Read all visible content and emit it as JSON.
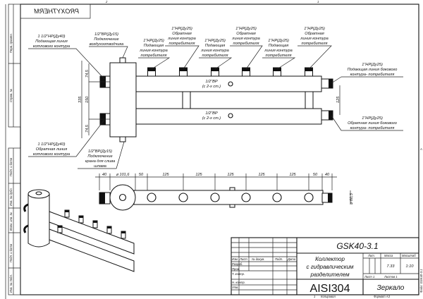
{
  "brand": "PROXYTHERM",
  "sheet_zones": {
    "top_left": "2",
    "top_right": "1",
    "right": "A"
  },
  "left_strip": [
    "Перв. примен.",
    "Справ. №",
    "Подп. и дата",
    "Инв. № дубл.",
    "Взам. инв. №",
    "Подп. и дата",
    "Инв. № подл."
  ],
  "callouts": {
    "boiler_supply": [
      "1 1/2\"НР(Ду40)",
      "Подающая линия",
      "котлового контура"
    ],
    "boiler_return": [
      "1 1/2\"НР(Ду40)",
      "Обратная линия",
      "котлового контура"
    ],
    "air_vent": [
      "1/2\"ВР(Ду15)",
      "Подключение",
      "воздухоотводчика"
    ],
    "drain": [
      "1/2\"ВР(Ду15)",
      "Подключение",
      "крана для слива",
      "шлама"
    ],
    "consumer_supply": [
      "1\"НР(Ду25)",
      "Подающая",
      "линия контура",
      "потребителя"
    ],
    "consumer_return": [
      "1\"НР(Ду25)",
      "Обратная",
      "линия контура",
      "потребителя"
    ],
    "side_supply": [
      "1\"НР(Ду25)",
      "Подающая линия бокового",
      "контура- потребителя"
    ],
    "side_return": [
      "1\"НР(Ду25)",
      "Обратная линия бокового",
      "контура- потребителя"
    ],
    "sensor_port": [
      "1/2\"ВР",
      "(с 2-х ст.)"
    ]
  },
  "dimensions": {
    "height_total": "335",
    "pipe_spacing": "150",
    "offset_top": "74,5",
    "offset_bottom": "74,5",
    "side_spacing": "125",
    "plan": [
      "40",
      "⌀ 101,6",
      "50",
      "125",
      "125",
      "125",
      "125",
      "125",
      "50",
      "40"
    ],
    "pipe_diameter": "⌀ 60,3"
  },
  "title_block": {
    "model": "GSK40-3.1",
    "name": [
      "Коллектор",
      "с гидравлическим",
      "разделителем"
    ],
    "material": "AISI304",
    "variant": "Зеркало",
    "headers": {
      "izm": "Изм.",
      "list": "Лист",
      "doc": "№ докум.",
      "sign": "Подп.",
      "date": "Дата",
      "lit": "Лит.",
      "mass": "Масса",
      "scale": "Масштаб"
    },
    "roles": [
      "Разраб.",
      "Пров.",
      "Т. контр.",
      "Н. контр.",
      "Утв."
    ],
    "mass": "7.33",
    "scale": "1:10",
    "sheet": "Лист 1",
    "sheets": "Листов 1",
    "copied": "Копировал",
    "copied_num": "1",
    "format": "Формат А3",
    "file": "Файл: GSK40-3.1"
  }
}
